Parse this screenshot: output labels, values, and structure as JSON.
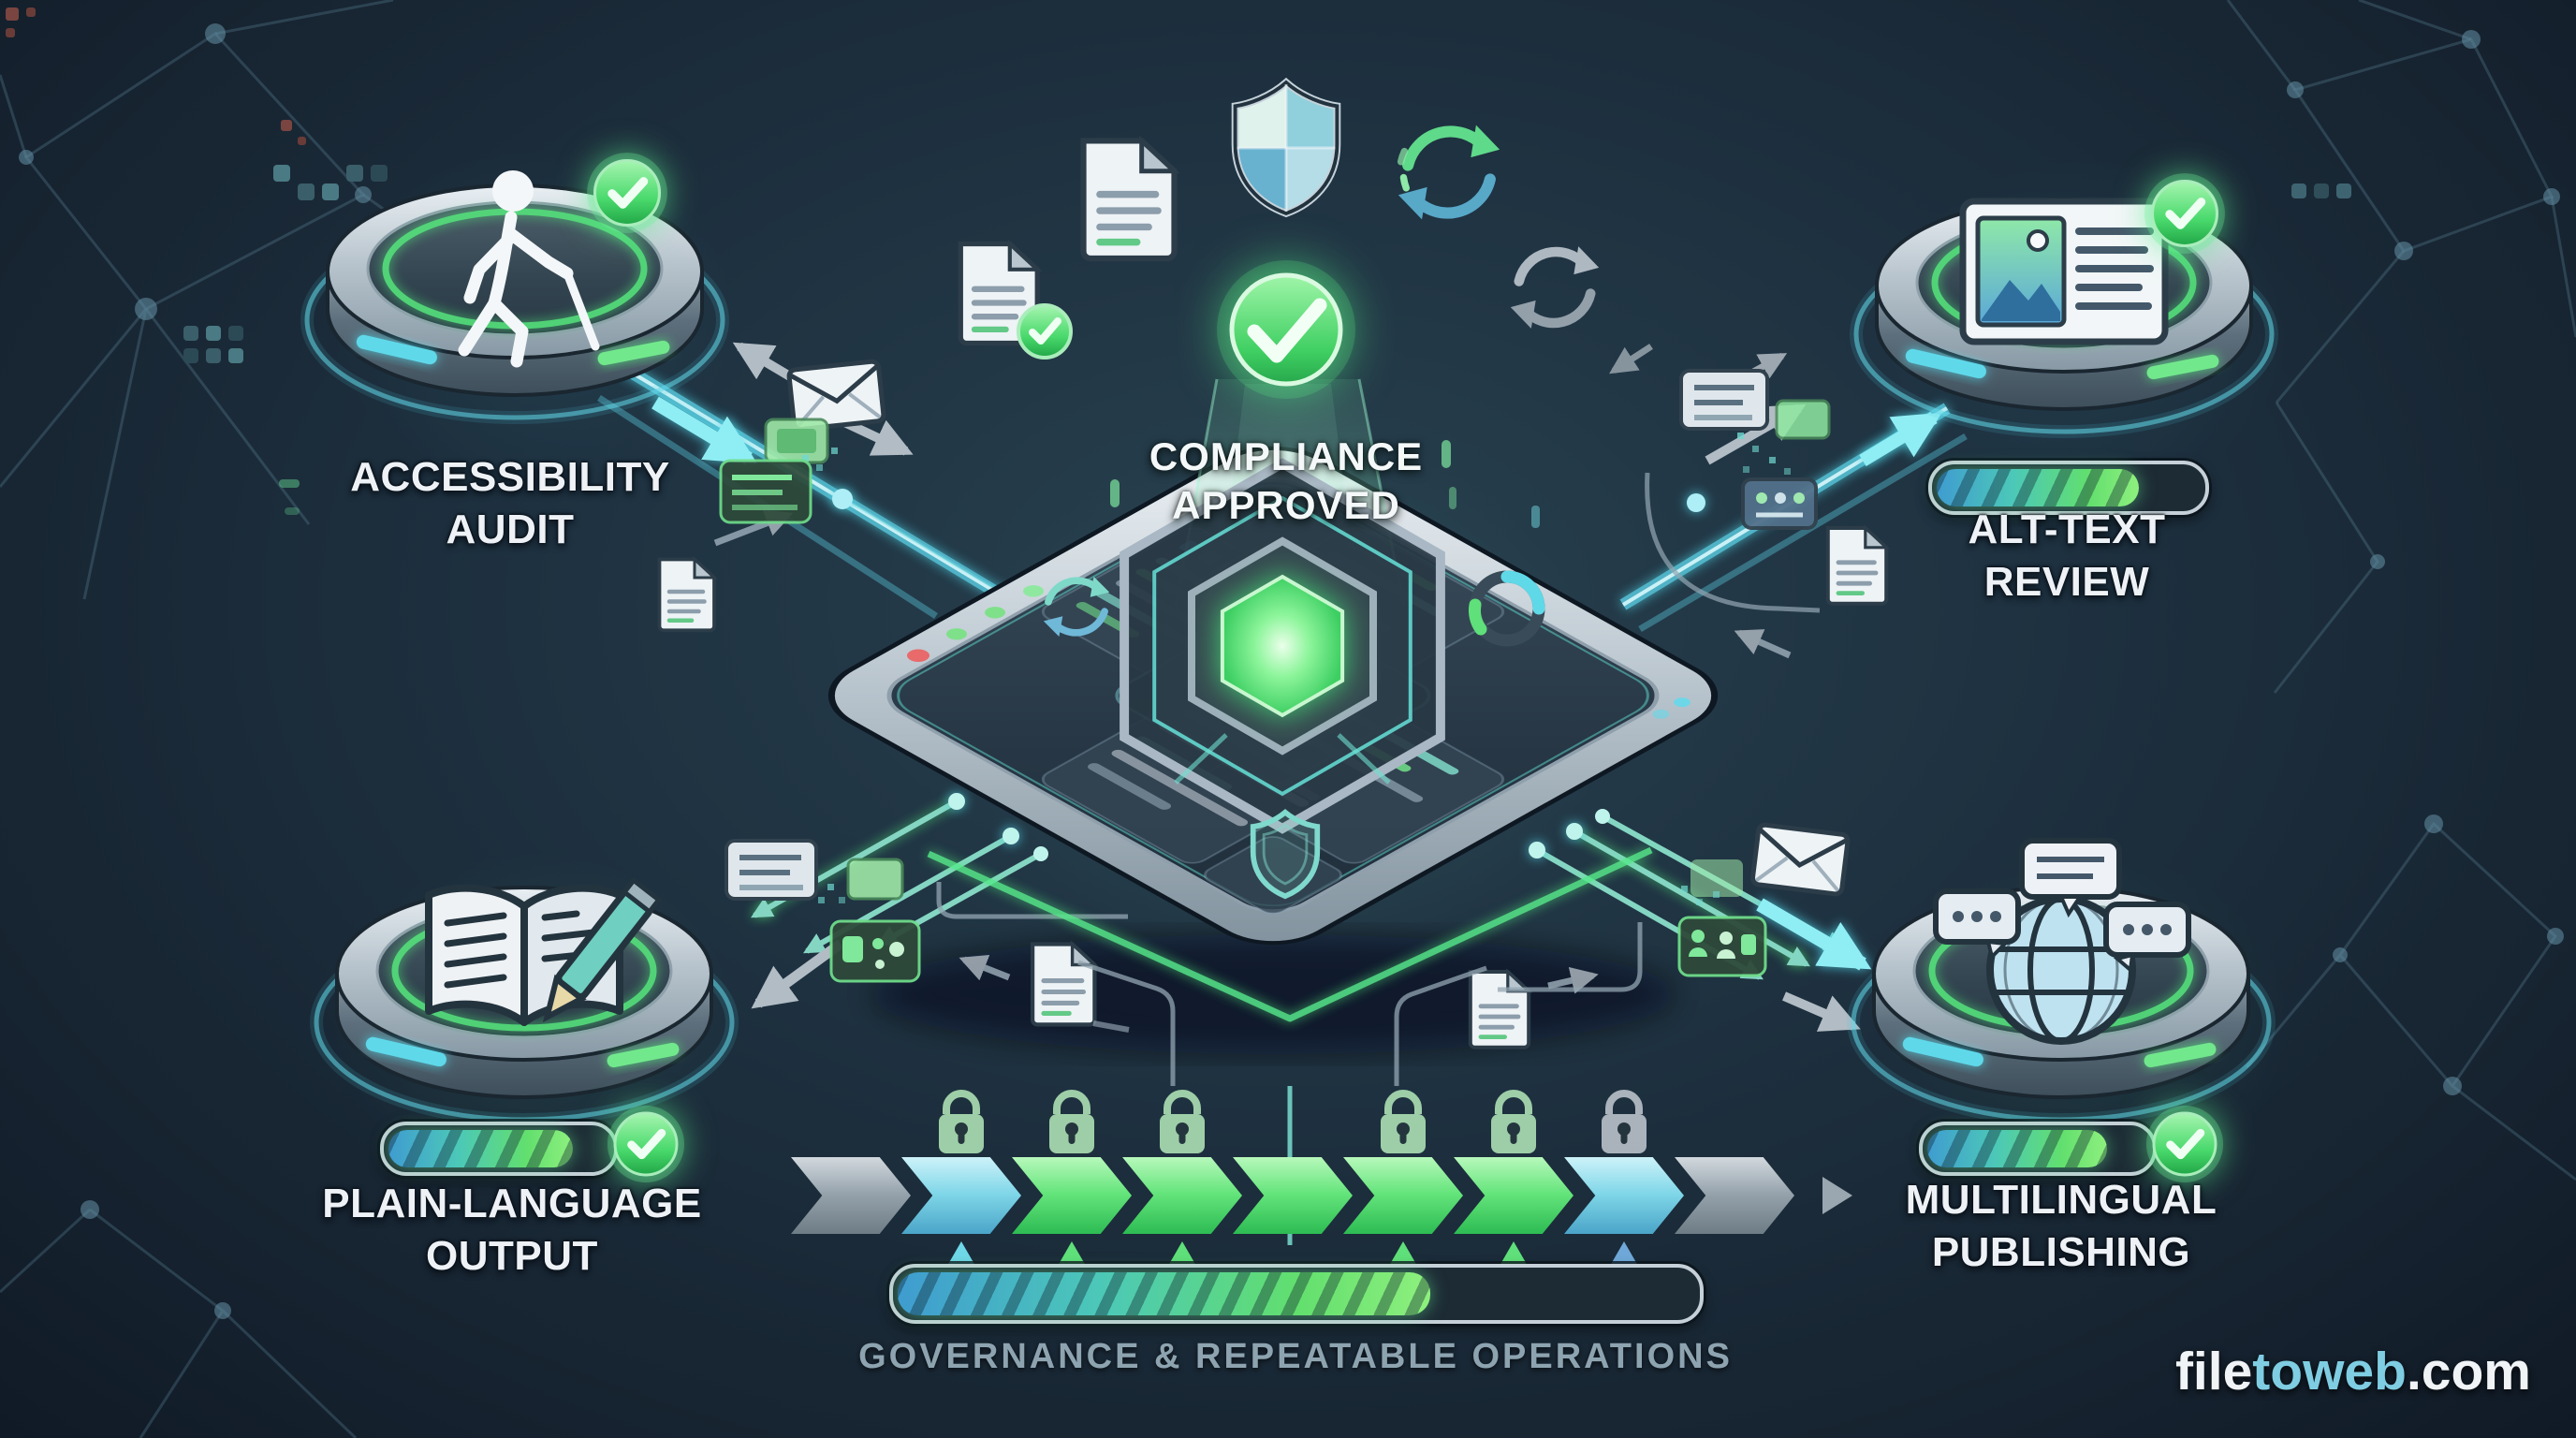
{
  "compliance": {
    "line1": "COMPLIANCE",
    "line2": "APPROVED"
  },
  "nodes": [
    {
      "id": "accessibility-audit",
      "line1": "ACCESSIBILITY",
      "line2": "AUDIT",
      "icon": "person-with-cane-icon",
      "check_badge": true,
      "progress": null
    },
    {
      "id": "alt-text-review",
      "line1": "ALT-TEXT",
      "line2": "REVIEW",
      "icon": "image-card-icon",
      "check_badge": true,
      "progress": 74
    },
    {
      "id": "plain-language-output",
      "line1": "PLAIN-LANGUAGE",
      "line2": "OUTPUT",
      "icon": "book-pencil-icon",
      "check_badge": false,
      "progress": 80,
      "bar_badge": true
    },
    {
      "id": "multilingual-publishing",
      "line1": "MULTILINGUAL",
      "line2": "PUBLISHING",
      "icon": "globe-chat-icon",
      "check_badge": false,
      "progress": 78,
      "bar_badge": true
    }
  ],
  "pipeline": {
    "caption": "GOVERNANCE & REPEATABLE OPERATIONS",
    "segments": [
      "gray",
      "blue",
      "green",
      "green",
      "green",
      "green",
      "green",
      "blue",
      "gray"
    ],
    "locks": [
      "green",
      "green",
      "green",
      "green",
      "green",
      "gray"
    ],
    "markers": [
      "cyan",
      "green",
      "green",
      "green",
      "green",
      "blue"
    ],
    "progress": 66
  },
  "watermark": {
    "part1": "file",
    "part2": "toweb",
    "part3": ".com"
  },
  "floating_icons": [
    "document-icon",
    "shield-icon",
    "sync-arrows-green-icon",
    "sync-arrows-gray-icon",
    "document-check-icon",
    "envelope-icon",
    "chip-icon",
    "data-card-icon",
    "lock-icon",
    "check-circle-icon",
    "hexagon-core-icon"
  ],
  "colors": {
    "background": "#1e3140",
    "cyan_accent": "#5fd9ea",
    "green_accent": "#57e27c",
    "silver": "#c8d2da",
    "label_text": "#eef2f6",
    "caption_text": "#8da4b0",
    "watermark_accent": "#7fcde2",
    "seg_gray": "#95a2ac",
    "seg_blue": "#7fd6e8",
    "seg_green": "#63e47a",
    "lock_green": "#a9dcb1",
    "lock_gray": "#b6bec6",
    "marker_cyan": "#6fd8e8",
    "marker_green": "#5fe07a",
    "marker_blue": "#6fa8d8"
  }
}
